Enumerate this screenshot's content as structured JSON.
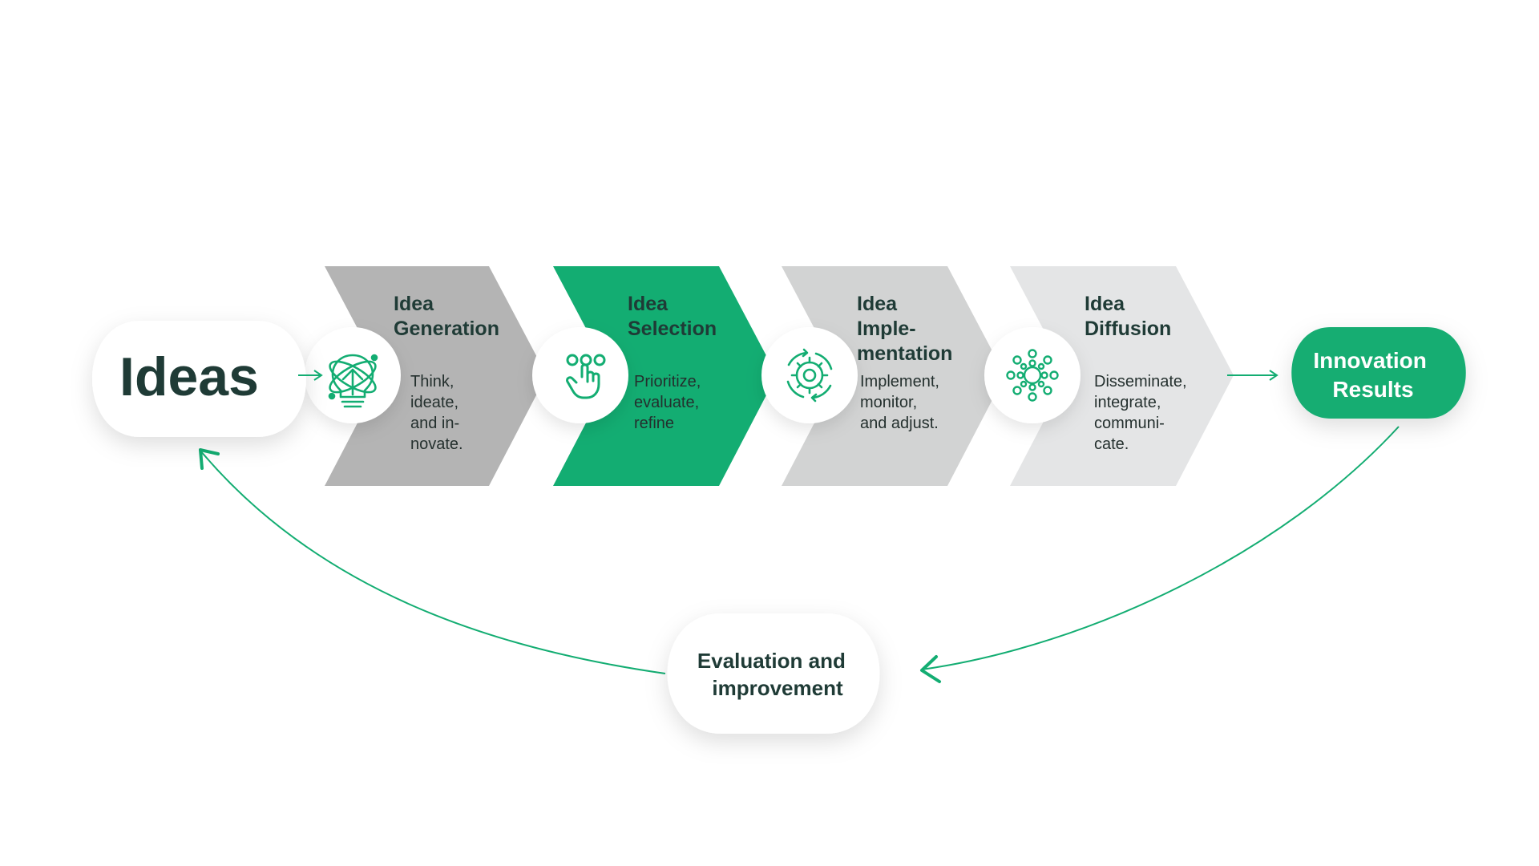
{
  "colors": {
    "green": "#13ad72",
    "dark_text": "#1f3b36",
    "gray_1": "#b4b4b4",
    "gray_2": "#d2d3d3",
    "gray_3": "#e4e5e6"
  },
  "start": {
    "label": "Ideas"
  },
  "steps": [
    {
      "title_lines": [
        "Idea",
        "Generation"
      ],
      "desc_lines": [
        "Think,",
        "ideate,",
        "and in-",
        "novate."
      ],
      "icon": "lightbulb-idea-icon"
    },
    {
      "title_lines": [
        "Idea",
        "Selection"
      ],
      "desc_lines": [
        "Prioritize,",
        "evaluate,",
        "refine"
      ],
      "icon": "touch-select-icon"
    },
    {
      "title_lines": [
        "Idea",
        "Imple-",
        "mentation"
      ],
      "desc_lines": [
        "Implement,",
        "monitor,",
        "and adjust."
      ],
      "icon": "gear-cycle-icon"
    },
    {
      "title_lines": [
        "Idea",
        "Diffusion"
      ],
      "desc_lines": [
        "Disseminate,",
        "integrate,",
        "communi-",
        "cate."
      ],
      "icon": "network-hub-icon"
    }
  ],
  "result": {
    "label_lines": [
      "Innovation",
      "Results"
    ]
  },
  "feedback": {
    "label_lines": [
      "Evaluation and",
      "improvement"
    ]
  }
}
